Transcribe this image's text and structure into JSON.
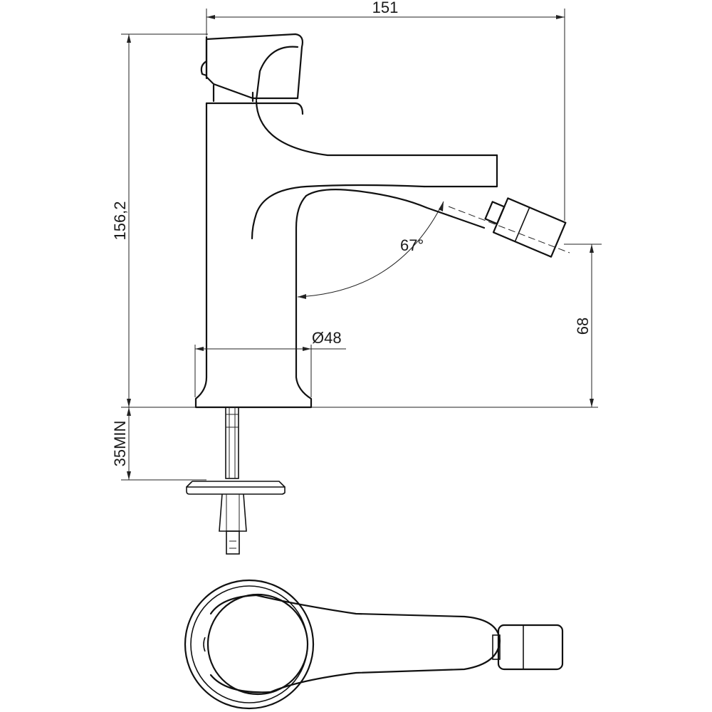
{
  "dimensions": {
    "total_width": "151",
    "total_height": "156,2",
    "spout_height": "68",
    "body_diameter": "Ø48",
    "spray_angle": "67°",
    "min_deck_thickness": "35MIN"
  }
}
